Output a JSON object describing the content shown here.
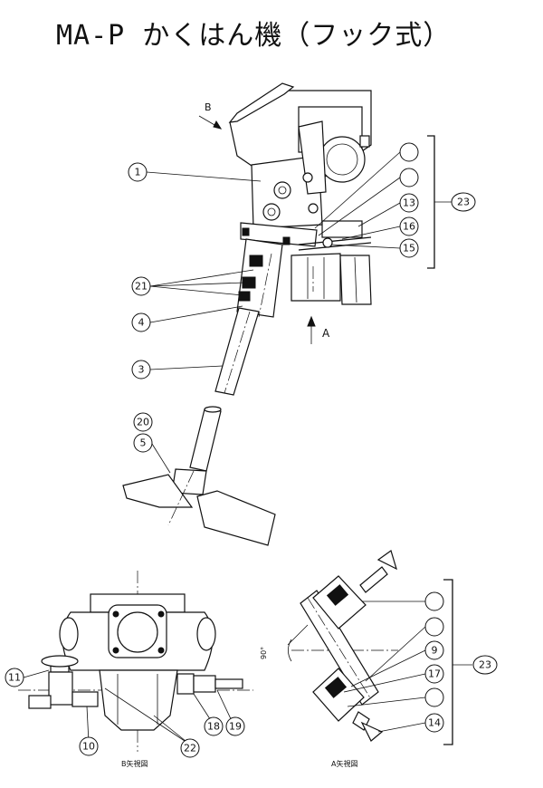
{
  "title": "MA-P かくはん機（フック式）",
  "view_labels": {
    "arrow_b": "B",
    "arrow_a": "A",
    "b_view": "B矢視図",
    "a_view": "A矢視図",
    "angle": "90°"
  },
  "callouts": {
    "c1": "1",
    "c3": "3",
    "c4": "4",
    "c5": "5",
    "c20": "20",
    "c21": "21",
    "c13": "13",
    "c16": "16",
    "c15": "15",
    "c23_top": "23",
    "c11": "11",
    "c10": "10",
    "c22": "22",
    "c18": "18",
    "c19": "19",
    "c9": "9",
    "c17": "17",
    "c14": "14",
    "c23_bottom": "23"
  }
}
